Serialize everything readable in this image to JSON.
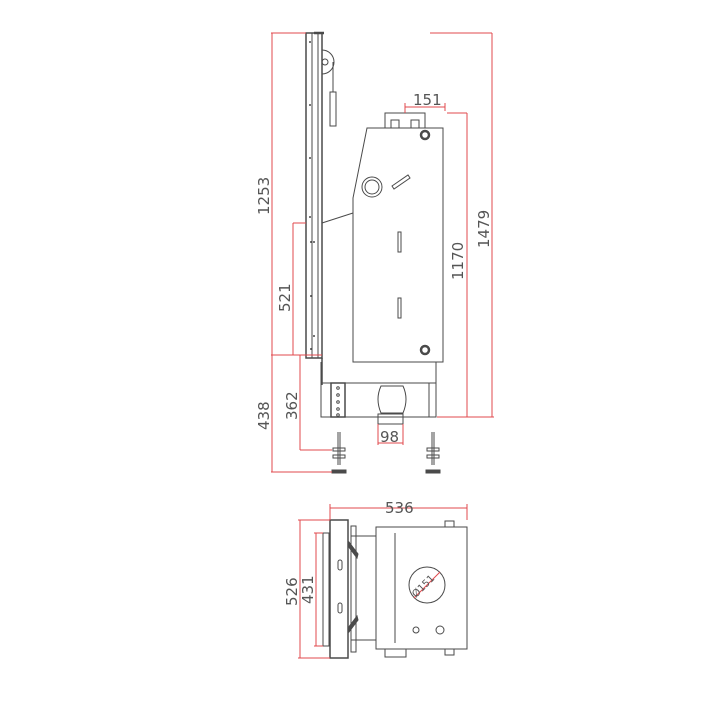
{
  "drawing": {
    "line_color": "#4a4a4a",
    "dim_color": "#e0484c",
    "side_view": {
      "dimensions": {
        "overall_height": "1479",
        "body_height": "1170",
        "top_collar_width": "151",
        "panel_height": "1253",
        "panel_lower": "521",
        "base_to_foot": "438",
        "base_to_foot_inner": "362",
        "spigot_width": "98"
      }
    },
    "plan_view": {
      "dimensions": {
        "overall_width": "536",
        "overall_depth": "526",
        "inner_depth": "431",
        "flue_diameter": "Ø151"
      }
    }
  }
}
